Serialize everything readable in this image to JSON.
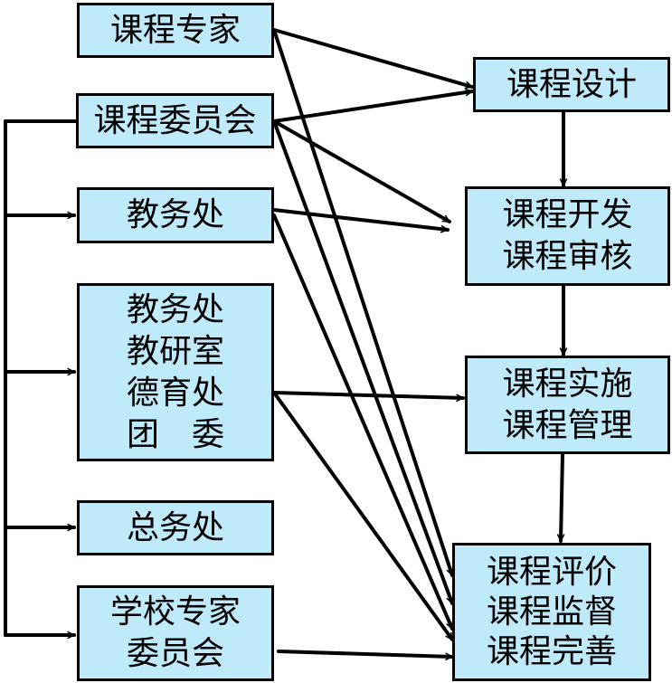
{
  "colors": {
    "box_fill": "#bfeaf9",
    "stroke": "#000000"
  },
  "left_boxes": {
    "course_expert": {
      "lines": [
        "课程专家"
      ]
    },
    "course_committee": {
      "lines": [
        "课程委员会"
      ]
    },
    "academic_affairs": {
      "lines": [
        "教务处"
      ]
    },
    "dept_group": {
      "lines": [
        "教务处",
        "教研室",
        "德育处",
        "团　委"
      ]
    },
    "general_affairs": {
      "lines": [
        "总务处"
      ]
    },
    "school_expert_committee": {
      "lines": [
        "学校专家",
        "委员会"
      ]
    }
  },
  "right_boxes": {
    "design": {
      "lines": [
        "课程设计"
      ]
    },
    "develop_review": {
      "lines": [
        "课程开发",
        "课程审核"
      ]
    },
    "implement_manage": {
      "lines": [
        "课程实施",
        "课程管理"
      ]
    },
    "evaluate_supervise_improve": {
      "lines": [
        "课程评价",
        "课程监督",
        "课程完善"
      ]
    }
  }
}
